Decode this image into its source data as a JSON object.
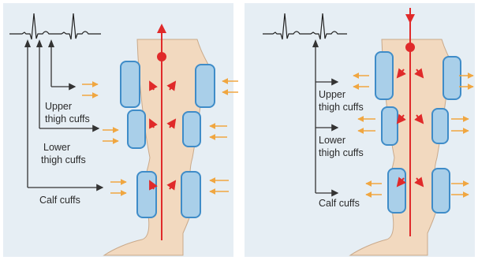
{
  "panels": [
    {
      "id": "inflation",
      "labels": {
        "upper_line1": "Upper",
        "upper_line2": "thigh cuffs",
        "lower_line1": "Lower",
        "lower_line2": "thigh cuffs",
        "calf": "Calf cuffs"
      }
    },
    {
      "id": "deflation",
      "labels": {
        "upper_line1": "Upper",
        "upper_line2": "thigh cuffs",
        "lower_line1": "Lower",
        "lower_line2": "thigh cuffs",
        "calf": "Calf cuffs"
      }
    }
  ],
  "colors": {
    "panel_background": "#e6eef4",
    "leg_fill": "#f2d9bf",
    "cuff_fill": "#a9cfe9",
    "cuff_stroke": "#3f8cc8",
    "artery": "#e02a2a",
    "pressure_arrow": "#f0a640",
    "ecg_line": "#222222",
    "connector_line": "#333333"
  }
}
